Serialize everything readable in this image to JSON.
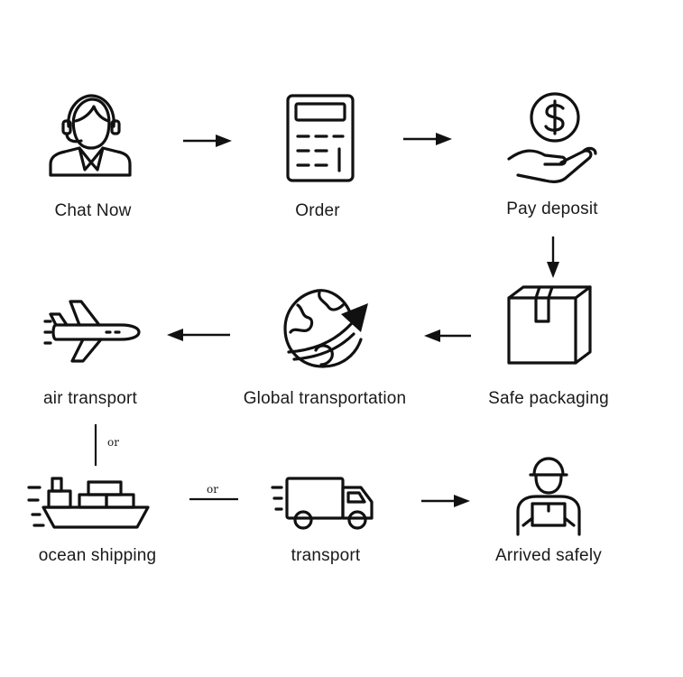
{
  "steps": {
    "chat": {
      "label": "Chat Now",
      "icon": "customer-service-icon"
    },
    "order": {
      "label": "Order",
      "icon": "calculator-icon"
    },
    "deposit": {
      "label": "Pay deposit",
      "icon": "money-hand-icon"
    },
    "packaging": {
      "label": "Safe packaging",
      "icon": "box-icon"
    },
    "global": {
      "label": "Global transportation",
      "icon": "globe-arrow-icon"
    },
    "air": {
      "label": "air transport",
      "icon": "airplane-icon"
    },
    "ocean": {
      "label": "ocean shipping",
      "icon": "cargo-ship-icon"
    },
    "truck": {
      "label": "transport",
      "icon": "truck-icon"
    },
    "arrived": {
      "label": "Arrived safely",
      "icon": "delivery-person-icon"
    }
  },
  "connectors": {
    "or_vertical": "or",
    "or_horizontal": "or"
  },
  "colors": {
    "ink": "#111111",
    "background": "#ffffff"
  }
}
